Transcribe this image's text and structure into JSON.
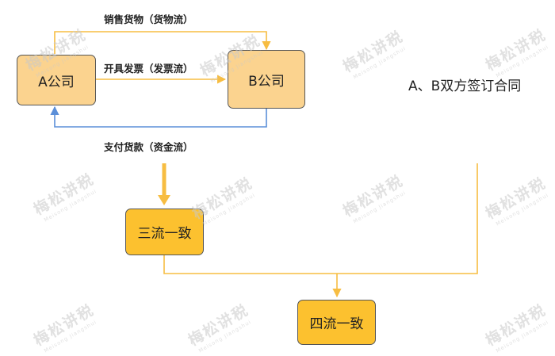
{
  "nodes": {
    "company_a": "A公司",
    "company_b": "B公司",
    "three_flows": "三流一致",
    "four_flows": "四流一致"
  },
  "edges": {
    "goods_flow": "销售货物（货物流）",
    "invoice_flow": "开具发票（发票流）",
    "fund_flow": "支付货款（资金流）"
  },
  "contract_label": "A、B双方签订合同",
  "watermark": {
    "text": "梅松讲税",
    "subtext": "Meisong Jiangshui"
  },
  "colors": {
    "goods_line": "#f7bd42",
    "invoice_line": "#f7bd42",
    "fund_line": "#5b8fd9",
    "flow_line": "#f7bd42",
    "node_light_fill": "#fbd38f",
    "node_bright_fill": "#fcc12f"
  }
}
